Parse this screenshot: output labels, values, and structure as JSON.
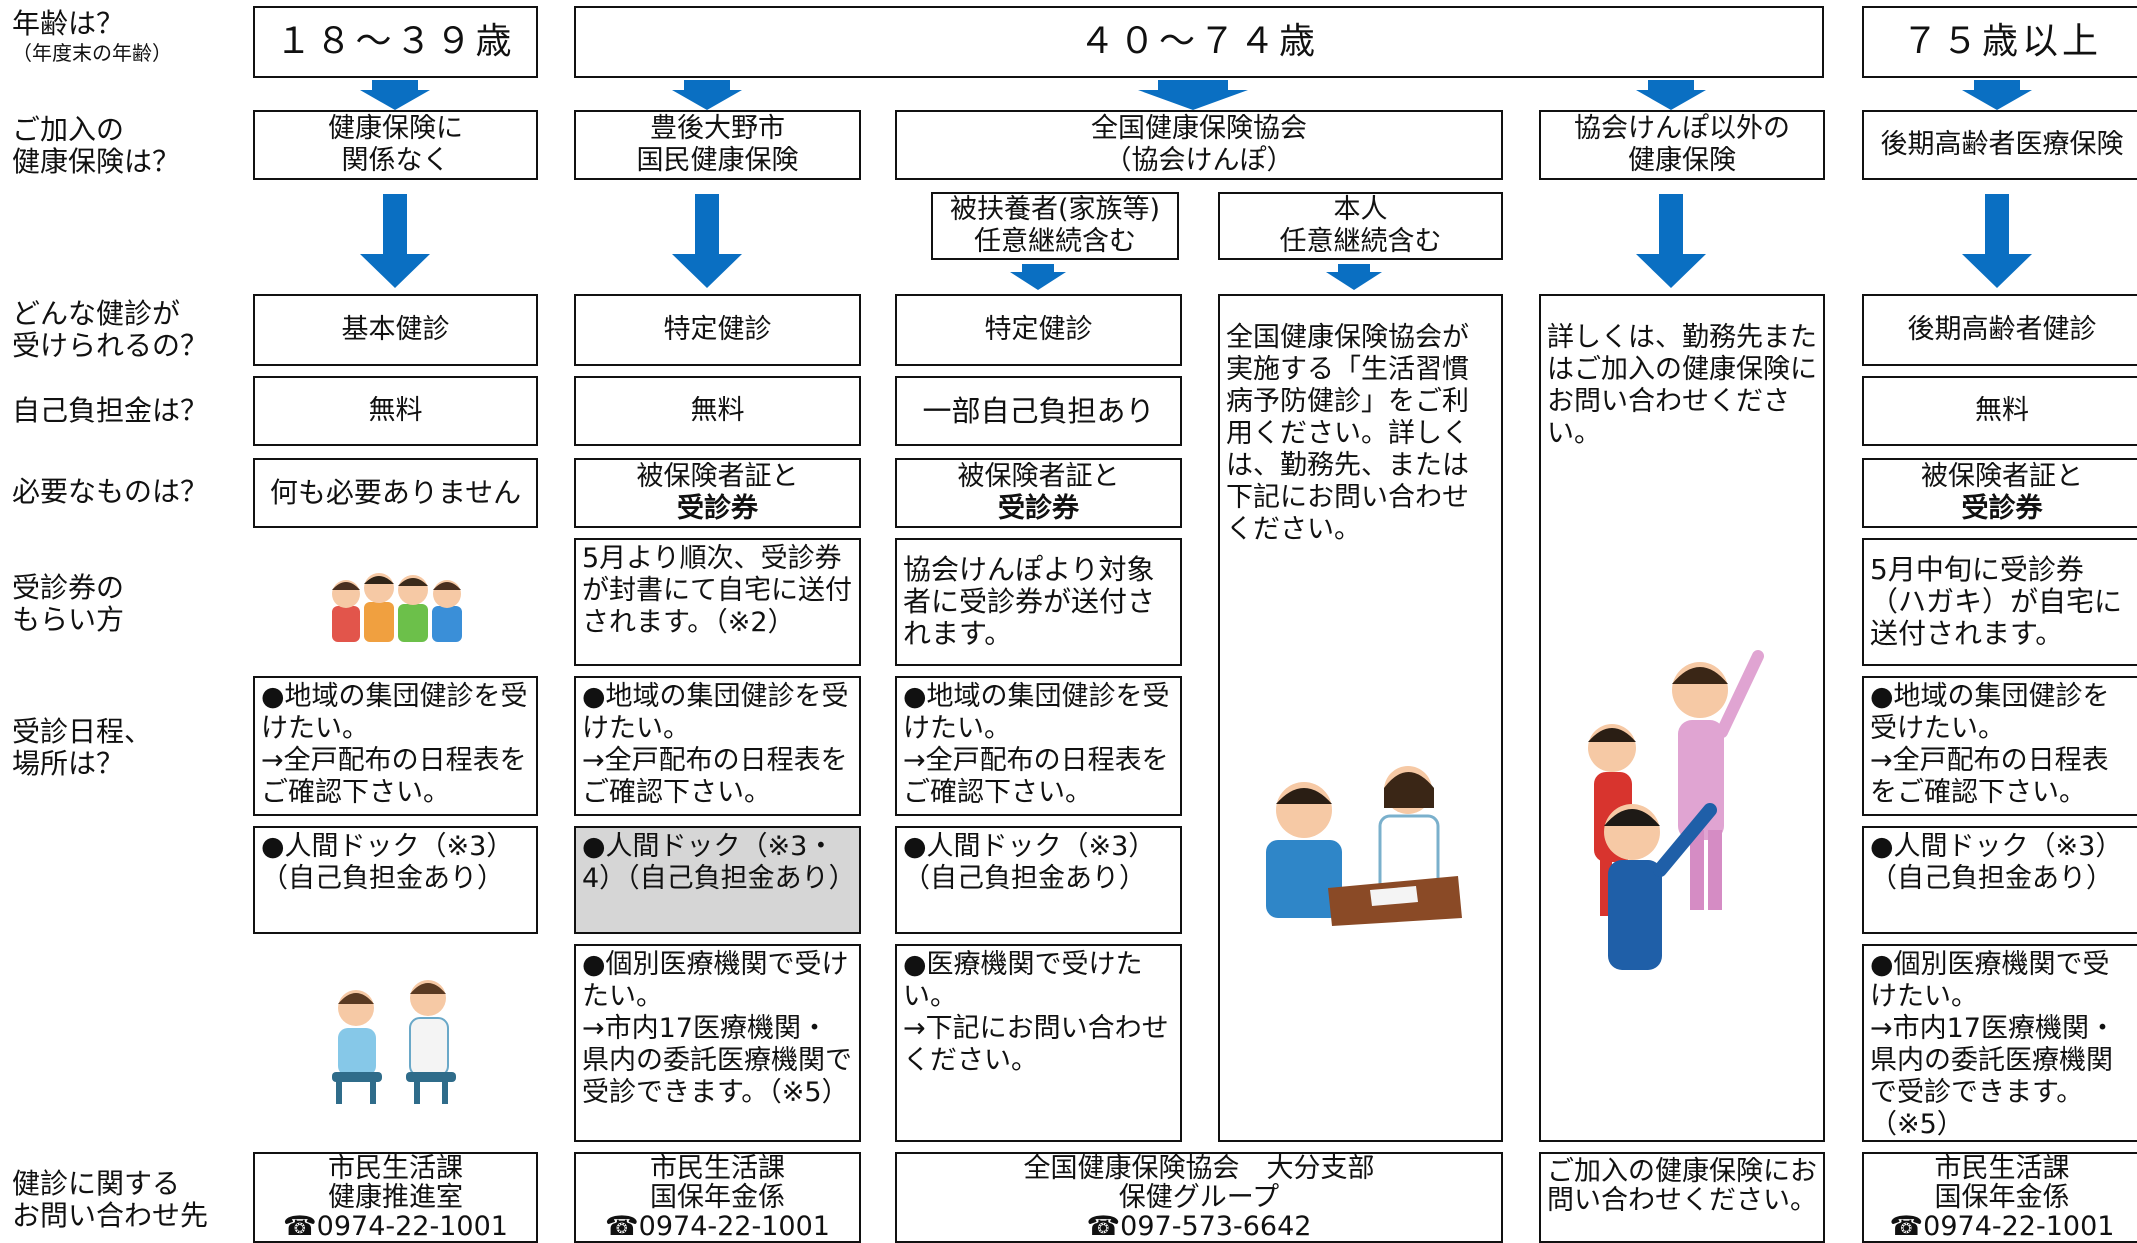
{
  "row_labels": {
    "age": "年齢は？",
    "age_note": "（年度末の年齢）",
    "insurance": [
      "ご加入の",
      "健康保険は？"
    ],
    "checkup": [
      "どんな健診が",
      "受けられるの？"
    ],
    "cost": "自己負担金は？",
    "needed": "必要なものは？",
    "ticket": [
      "受診券の",
      "もらい方"
    ],
    "schedule": [
      "受診日程、",
      "場所は？"
    ],
    "contact": [
      "健診に関する",
      "お問い合わせ先"
    ]
  },
  "ages": {
    "a1": "１８〜３９歳",
    "a2": "４０〜７４歳",
    "a3": "７５歳以上"
  },
  "insurance": {
    "c1": [
      "健康保険に",
      "関係なく"
    ],
    "c2": [
      "豊後大野市",
      "国民健康保険"
    ],
    "c3": [
      "全国健康保険協会",
      "（協会けんぽ）"
    ],
    "c3a": [
      "被扶養者(家族等)",
      "任意継続含む"
    ],
    "c3b": [
      "本人",
      "任意継続含む"
    ],
    "c4": [
      "協会けんぽ以外の",
      "健康保険"
    ],
    "c5": "後期高齢者医療保険"
  },
  "checkup": {
    "c1": "基本健診",
    "c2": "特定健診",
    "c3a": "特定健診",
    "c5": "後期高齢者健診",
    "c3b_text": "全国健康保険協会が実施する「生活習慣病予防健診」をご利用ください。詳しくは、勤務先、または下記にお問い合わせください。",
    "c4_text": "詳しくは、勤務先またはご加入の健康保険にお問い合わせください。"
  },
  "cost": {
    "c1": "無料",
    "c2": "無料",
    "c3a": "一部自己負担あり",
    "c5": "無料"
  },
  "needed": {
    "c1": "何も必要ありません",
    "c2": [
      "被保険者証と",
      "受診券"
    ],
    "c3a": [
      "被保険者証と",
      "受診券"
    ],
    "c5": [
      "被保険者証と",
      "受診券"
    ]
  },
  "ticket": {
    "c2": "5月より順次、受診券が封書にて自宅に送付されます。（※2）",
    "c3a": "協会けんぽより対象者に受診券が送付されます。",
    "c5": "5月中旬に受診券（ハガキ）が自宅に送付されます。"
  },
  "schedule_group": {
    "c1": [
      "●地域の集団健診を受けたい。",
      "→全戸配布の日程表をご確認下さい。"
    ],
    "c2": [
      "●地域の集団健診を受けたい。",
      "→全戸配布の日程表をご確認下さい。"
    ],
    "c3a": [
      "●地域の集団健診を受けたい。",
      "→全戸配布の日程表をご確認下さい。"
    ],
    "c5": [
      "●地域の集団健診を受けたい。",
      "→全戸配布の日程表をご確認下さい。"
    ]
  },
  "schedule_dock": {
    "c1": "●人間ドック（※3）（自己負担金あり）",
    "c2": "●人間ドック（※3・4）（自己負担金あり）",
    "c3a": "●人間ドック（※3）（自己負担金あり）",
    "c5": "●人間ドック（※3）（自己負担金あり）"
  },
  "schedule_individual": {
    "c2": [
      "●個別医療機関で受けたい。",
      "→市内17医療機関・県内の委託医療機関で受診できます。（※5）"
    ],
    "c3a": [
      "●医療機関で受けたい。",
      "→下記にお問い合わせください。"
    ],
    "c5": [
      "●個別医療機関で受けたい。",
      "→市内17医療機関・県内の委託医療機関で受診できます。（※5）"
    ]
  },
  "contact": {
    "c1": [
      "市民生活課",
      "健康推進室",
      "☎0974-22-1001"
    ],
    "c2": [
      "市民生活課",
      "国保年金係",
      "☎0974-22-1001"
    ],
    "c3": [
      "全国健康保険協会　大分支部",
      "保健グループ",
      "☎097-573-6642"
    ],
    "c4": "ご加入の健康保険にお問い合わせください。",
    "c5": [
      "市民生活課",
      "国保年金係",
      "☎0974-22-1001"
    ]
  },
  "colors": {
    "arrow": "#0a6fc2",
    "border": "#111111",
    "grey_cell": "#d6d6d6"
  }
}
